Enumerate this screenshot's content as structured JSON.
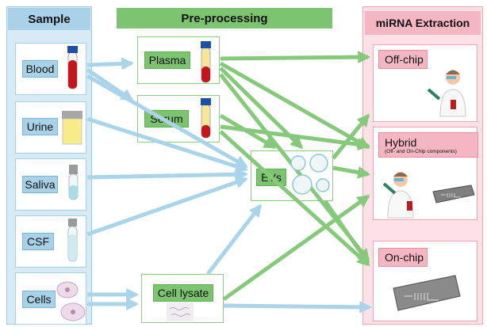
{
  "columns": {
    "sample": "Sample",
    "preprocessing": "Pre-processing",
    "extraction": "miRNA Extraction"
  },
  "samples": [
    "Blood",
    "Urine",
    "Saliva",
    "CSF",
    "Cells"
  ],
  "preprocessing": {
    "plasma": "Plasma",
    "serum": "Serum",
    "evs": "EVs",
    "cell_lysate": "Cell lysate"
  },
  "extraction": {
    "off_chip": "Off-chip",
    "hybrid": "Hybrid",
    "hybrid_note": "(Off- and On-Chip components)",
    "on_chip": "On-chip"
  },
  "colors": {
    "blue_arrow": "#a9d4ea",
    "green_arrow": "#86c97b",
    "sample_bg": "#d6ebf5",
    "extraction_bg": "#fde1e6"
  }
}
